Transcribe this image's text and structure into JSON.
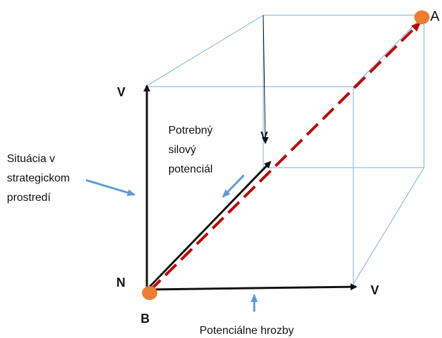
{
  "labels": {
    "point_a": "A",
    "point_b": "B",
    "point_n": "N",
    "v_top": "V",
    "v_right": "V",
    "v_mid": "V",
    "potrebny": [
      "Potrebný",
      "silový",
      "potenciál"
    ],
    "situacia": [
      "Situácia v",
      "strategickom",
      "prostredí"
    ],
    "hrozby": "Potenciálne hrozby"
  },
  "colors": {
    "cube_edge": "#7aaedc",
    "axis": "#111111",
    "diagonal": "#c00000",
    "pointer_arrow": "#5b9bd5",
    "point_fill": "#ed7d31"
  }
}
